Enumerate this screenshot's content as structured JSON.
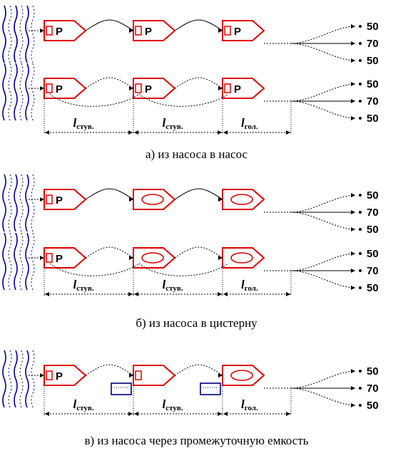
{
  "rows": [
    {
      "stages": [
        "pump",
        "pump",
        "pump"
      ],
      "outlets": [
        "50",
        "70",
        "50"
      ]
    },
    {
      "stages": [
        "pump",
        "pump",
        "pump"
      ],
      "outlets": [
        "50",
        "70",
        "50"
      ],
      "labels": [
        "стув.",
        "стув.",
        "гол."
      ]
    },
    {
      "stages": [
        "pump",
        "tank",
        "tank"
      ],
      "outlets": [
        "50",
        "70",
        "50"
      ]
    },
    {
      "stages": [
        "pump",
        "tank",
        "tank"
      ],
      "outlets": [
        "50",
        "70",
        "50"
      ],
      "labels": [
        "стув.",
        "стув.",
        "гол."
      ]
    },
    {
      "stages": [
        "pump",
        "tank-bare",
        "tank"
      ],
      "outlets": [
        "50",
        "70",
        "50"
      ],
      "labels": [
        "стув.",
        "стув.",
        "гол."
      ]
    }
  ],
  "pump_letter": "P",
  "length_symbol": "l",
  "captions": {
    "a": "а) из насоса в насос",
    "b": "б) из насоса в цистерну",
    "c": "в) из насоса через промежуточную емкость"
  },
  "colors": {
    "vehicle": "#e00000",
    "intermediate_tank": "#00007a",
    "water": "#00008b",
    "line": "#000000"
  }
}
